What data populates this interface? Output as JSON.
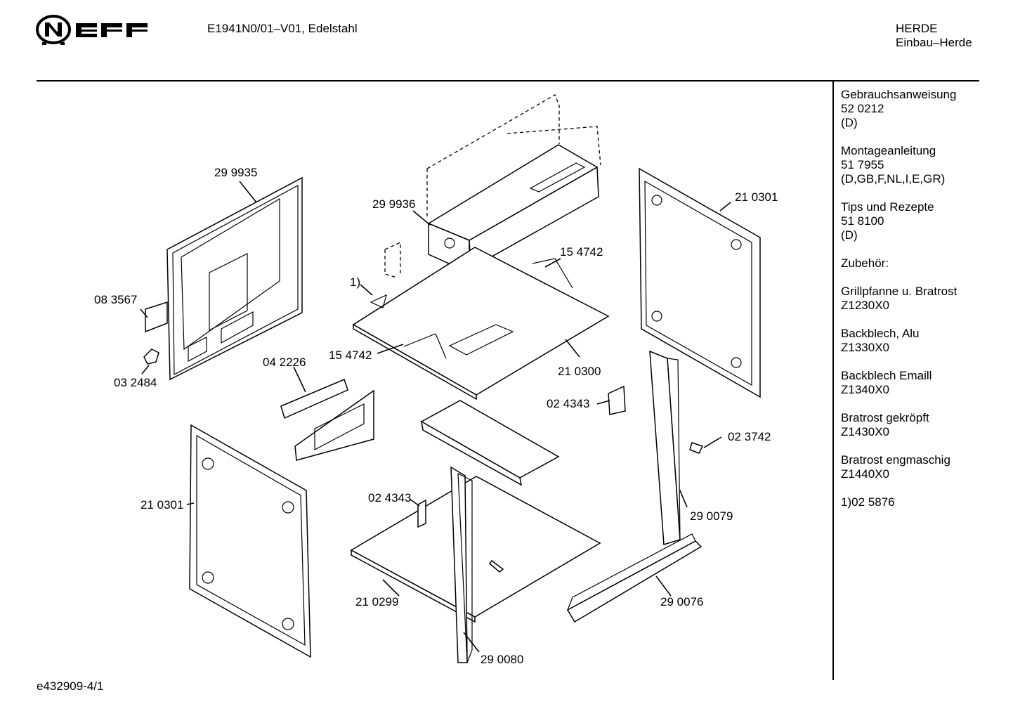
{
  "header": {
    "brand": "NEFF",
    "model": "E1941N0/01–V01, Edelstahl",
    "category": "HERDE",
    "subcategory": "Einbau–Herde"
  },
  "sidebar": {
    "blocks": [
      {
        "lines": [
          "Gebrauchsanweisung",
          "52 0212",
          "(D)"
        ]
      },
      {
        "lines": [
          "Montageanleitung",
          "51 7955",
          "(D,GB,F,NL,I,E,GR)"
        ]
      },
      {
        "lines": [
          "Tips und Rezepte",
          "51 8100",
          "(D)"
        ]
      },
      {
        "lines": [
          ""
        ]
      },
      {
        "lines": [
          "Zubehör:"
        ]
      },
      {
        "lines": [
          "Grillpfanne u. Bratrost",
          "Z1230X0"
        ]
      },
      {
        "lines": [
          "Backblech, Alu",
          "Z1330X0"
        ]
      },
      {
        "lines": [
          "Backblech Emaill",
          "Z1340X0"
        ]
      },
      {
        "lines": [
          "Bratrost gekröpft",
          "Z1430X0"
        ]
      },
      {
        "lines": [
          "Bratrost engmaschig",
          "Z1440X0"
        ]
      },
      {
        "lines": [
          "1)02 5876"
        ]
      }
    ]
  },
  "parts": [
    {
      "id": "part-299935",
      "label": "29 9935"
    },
    {
      "id": "part-299936",
      "label": "29 9936"
    },
    {
      "id": "part-210301-top",
      "label": "21 0301"
    },
    {
      "id": "part-154742-top",
      "label": "15 4742"
    },
    {
      "id": "part-1",
      "label": "1)"
    },
    {
      "id": "part-083567",
      "label": "08 3567"
    },
    {
      "id": "part-154742-bottom",
      "label": "15 4742"
    },
    {
      "id": "part-210300",
      "label": "21 0300"
    },
    {
      "id": "part-042226",
      "label": "04 2226"
    },
    {
      "id": "part-032484",
      "label": "03 2484"
    },
    {
      "id": "part-024343-right",
      "label": "02 4343"
    },
    {
      "id": "part-023742",
      "label": "02 3742"
    },
    {
      "id": "part-210301-bottom",
      "label": "21 0301"
    },
    {
      "id": "part-024343-left",
      "label": "02 4343"
    },
    {
      "id": "part-290079",
      "label": "29 0079"
    },
    {
      "id": "part-210299",
      "label": "21 0299"
    },
    {
      "id": "part-290076",
      "label": "29 0076"
    },
    {
      "id": "part-290080",
      "label": "29 0080"
    }
  ],
  "footer": {
    "code": "e432909-4/1"
  }
}
